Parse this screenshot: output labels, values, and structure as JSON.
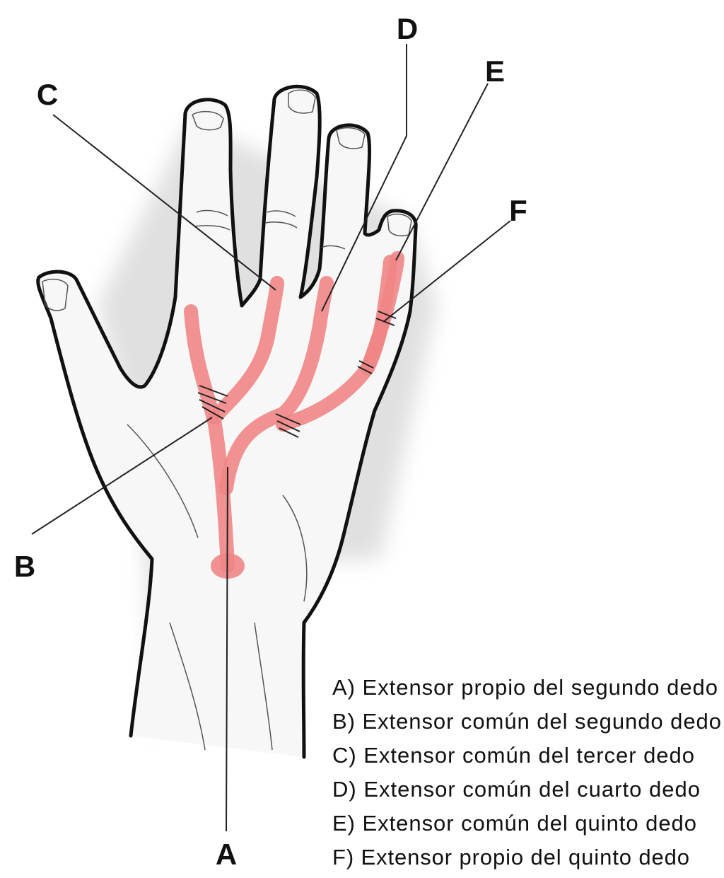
{
  "labels": {
    "A": "A",
    "B": "B",
    "C": "C",
    "D": "D",
    "E": "E",
    "F": "F"
  },
  "legend": [
    "A) Extensor propio del segundo dedo",
    "B) Extensor común del segundo dedo",
    "C) Extensor común del tercer dedo",
    "D) Extensor común del cuarto dedo",
    "E) Extensor común del quinto dedo",
    "F) Extensor propio del quinto dedo"
  ],
  "colors": {
    "tendon": "#f08585",
    "outline": "#111111"
  }
}
